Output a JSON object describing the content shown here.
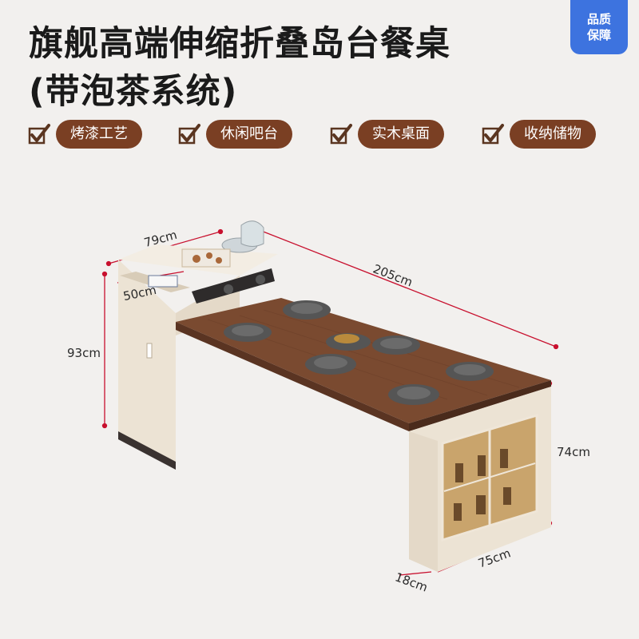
{
  "title_line1": "旗舰高端伸缩折叠岛台餐桌",
  "title_line2": "(带泡茶系统)",
  "badge": {
    "line1": "品质",
    "line2": "保障"
  },
  "features": [
    "烤漆工艺",
    "休闲吧台",
    "实木桌面",
    "收纳储物"
  ],
  "dimensions": {
    "top_depth": "79cm",
    "side_depth": "50cm",
    "height_cabinet": "93cm",
    "table_length": "205cm",
    "table_height": "74cm",
    "base_width": "75cm",
    "base_depth": "18cm"
  },
  "colors": {
    "feature_pill": "#7a3f23",
    "badge": "#3d73df",
    "cabinet": "#ede4d6",
    "wood_top": "#7a4a30",
    "dimension_line": "#c8102e"
  }
}
